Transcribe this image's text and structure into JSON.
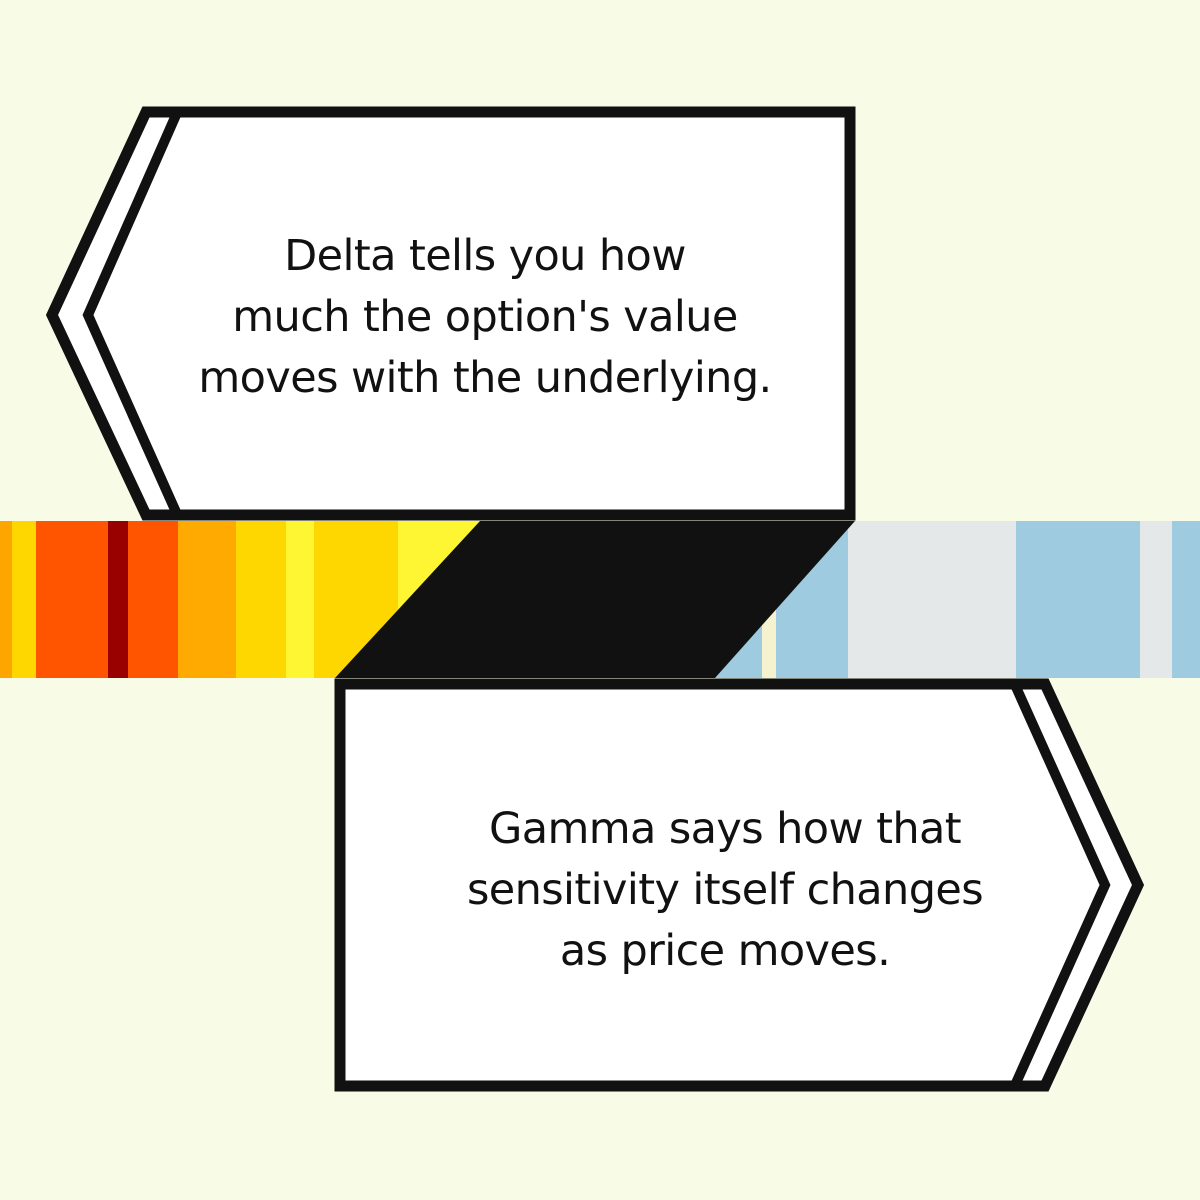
{
  "cards": [
    {
      "id": "delta",
      "direction": "left",
      "lines": [
        "Delta tells you how",
        "much the option's value",
        "moves with the underlying."
      ]
    },
    {
      "id": "gamma",
      "direction": "right",
      "lines": [
        "Gamma says how that",
        "sensitivity itself changes",
        "as price moves."
      ]
    }
  ],
  "colors": {
    "background": "#f8fbe6",
    "card_fill": "#ffffff",
    "outline": "#111111",
    "warm_palette": [
      "#ffa500",
      "#ffd700",
      "#ff5500",
      "#990000",
      "#ff5500",
      "#ffaa00",
      "#ffd700",
      "#fff633",
      "#ffd700",
      "#fff633"
    ],
    "cool_palette": [
      "#9ecbe0",
      "#f5f2d0",
      "#9ecbe0",
      "#e4e8e8",
      "#9ecbe0",
      "#e4e8e8",
      "#9ecbe0"
    ]
  }
}
